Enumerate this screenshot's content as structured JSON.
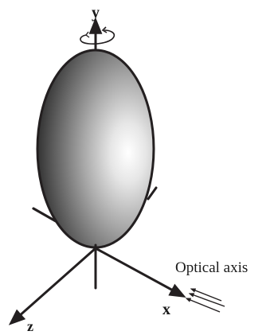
{
  "diagram": {
    "labels": {
      "y_axis": "y",
      "x_axis": "x",
      "z_axis": "z",
      "optical_axis": "Optical axis"
    },
    "colors": {
      "stroke": "#231f20",
      "ellipsoid_light": "#ffffff",
      "ellipsoid_mid": "#9a9a9a",
      "ellipsoid_dark": "#1e1e1e"
    },
    "icons": {
      "rotation": "rotation-arrow-icon"
    }
  }
}
